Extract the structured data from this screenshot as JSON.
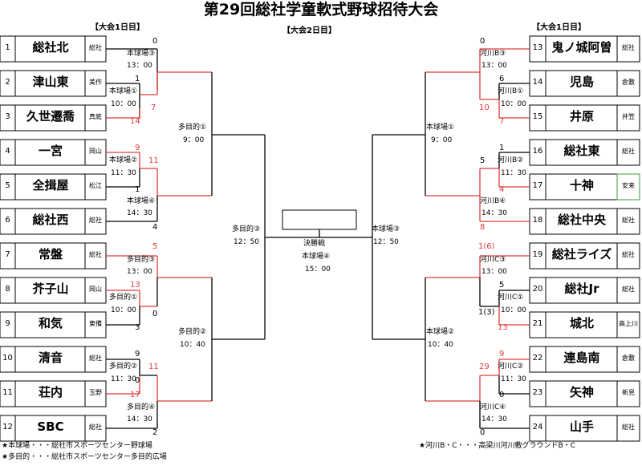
{
  "title": "第29回総社学童軟式野球招待大会",
  "day1_label": "【大会1日目】",
  "day2_label": "【大会2日目】",
  "colors": {
    "win": "#e03a3a",
    "line": "#000000"
  },
  "teams_left": [
    {
      "no": "1",
      "name": "総社北",
      "region": "総社"
    },
    {
      "no": "2",
      "name": "津山東",
      "region": "美作"
    },
    {
      "no": "3",
      "name": "久世遷喬",
      "region": "真庭"
    },
    {
      "no": "4",
      "name": "一宮",
      "region": "岡山"
    },
    {
      "no": "5",
      "name": "全揖屋",
      "region": "松江"
    },
    {
      "no": "6",
      "name": "総社西",
      "region": "総社"
    },
    {
      "no": "7",
      "name": "常盤",
      "region": "総社"
    },
    {
      "no": "8",
      "name": "芥子山",
      "region": "岡山"
    },
    {
      "no": "9",
      "name": "和気",
      "region": "東備"
    },
    {
      "no": "10",
      "name": "清音",
      "region": "総社"
    },
    {
      "no": "11",
      "name": "荘内",
      "region": "玉野"
    },
    {
      "no": "12",
      "name": "SBC",
      "region": "総社"
    }
  ],
  "teams_right": [
    {
      "no": "13",
      "name": "鬼ノ城阿曽",
      "region": "総社"
    },
    {
      "no": "14",
      "name": "児島",
      "region": "倉敷"
    },
    {
      "no": "15",
      "name": "井原",
      "region": "井笠"
    },
    {
      "no": "16",
      "name": "総社東",
      "region": "総社"
    },
    {
      "no": "17",
      "name": "十神",
      "region": "安来"
    },
    {
      "no": "18",
      "name": "総社中央",
      "region": "総社"
    },
    {
      "no": "19",
      "name": "総社ライズ",
      "region": "総社"
    },
    {
      "no": "20",
      "name": "総社Jr",
      "region": "総社"
    },
    {
      "no": "21",
      "name": "城北",
      "region": "高上川"
    },
    {
      "no": "22",
      "name": "連島南",
      "region": "倉敷"
    },
    {
      "no": "23",
      "name": "矢神",
      "region": "新見"
    },
    {
      "no": "24",
      "name": "山手",
      "region": "総社"
    }
  ],
  "venues": {
    "l_a_v": "本球場③",
    "l_a_t": "13：00",
    "l_b_v": "本球場①",
    "l_b_t": "10：00",
    "l_c_v": "本球場②",
    "l_c_t": "11：30",
    "l_d_v": "本球場④",
    "l_d_t": "14：30",
    "l_e_v": "多目的③",
    "l_e_t": "13：00",
    "l_f_v": "多目的①",
    "l_f_t": "10：00",
    "l_g_v": "多目的②",
    "l_g_t": "11：30",
    "l_h_v": "多目的④",
    "l_h_t": "14：30",
    "l_q1_v": "多目的①",
    "l_q1_t": "9：00",
    "l_q2_v": "多目的②",
    "l_q2_t": "10：40",
    "l_s_v": "多目的③",
    "l_s_t": "12：50",
    "r_a_v": "河川B③",
    "r_a_t": "13：00",
    "r_b_v": "河川B①",
    "r_b_t": "10：00",
    "r_c_v": "河川B②",
    "r_c_t": "11：30",
    "r_d_v": "河川B④",
    "r_d_t": "14：30",
    "r_e_v": "河川C③",
    "r_e_t": "13：00",
    "r_f_v": "河川C①",
    "r_f_t": "10：00",
    "r_g_v": "河川C②",
    "r_g_t": "11：30",
    "r_h_v": "河川C④",
    "r_h_t": "14：30",
    "r_q1_v": "本球場①",
    "r_q1_t": "9：00",
    "r_q2_v": "本球場②",
    "r_q2_t": "10：40",
    "r_s_v": "本球場③",
    "r_s_t": "12：50",
    "final_label": "決勝戦",
    "final_v": "本球場④",
    "final_t": "15：00"
  },
  "scores": {
    "s1": "0",
    "s2": "1",
    "s3": "7",
    "s3b": "14",
    "s4": "9",
    "s5": "1",
    "s5b": "11",
    "s6": "4",
    "s7": "5",
    "s8": "13",
    "s8b": "0",
    "s9": "3",
    "s10": "9",
    "s11": "0",
    "s11b": "11",
    "s11c": "17",
    "s12": "2",
    "s13": "0",
    "s14": "6",
    "s14b": "10",
    "s15": "7",
    "s16": "1",
    "s17": "5",
    "s17b": "4",
    "s18": "8",
    "s19": "1(6)",
    "s20": "5",
    "s21": "1(3)",
    "s21b": "13",
    "s22": "9",
    "s23": "29",
    "s23b": "0",
    "s24": "0"
  },
  "footnotes": {
    "left1": "★本球場・・・総社市スポーツセンター野球場",
    "left2": "★多目的・・・総社市スポーツセンター多目的広場",
    "right1": "★河川B・C・・・高梁川河川敷グラウンドB・C"
  }
}
